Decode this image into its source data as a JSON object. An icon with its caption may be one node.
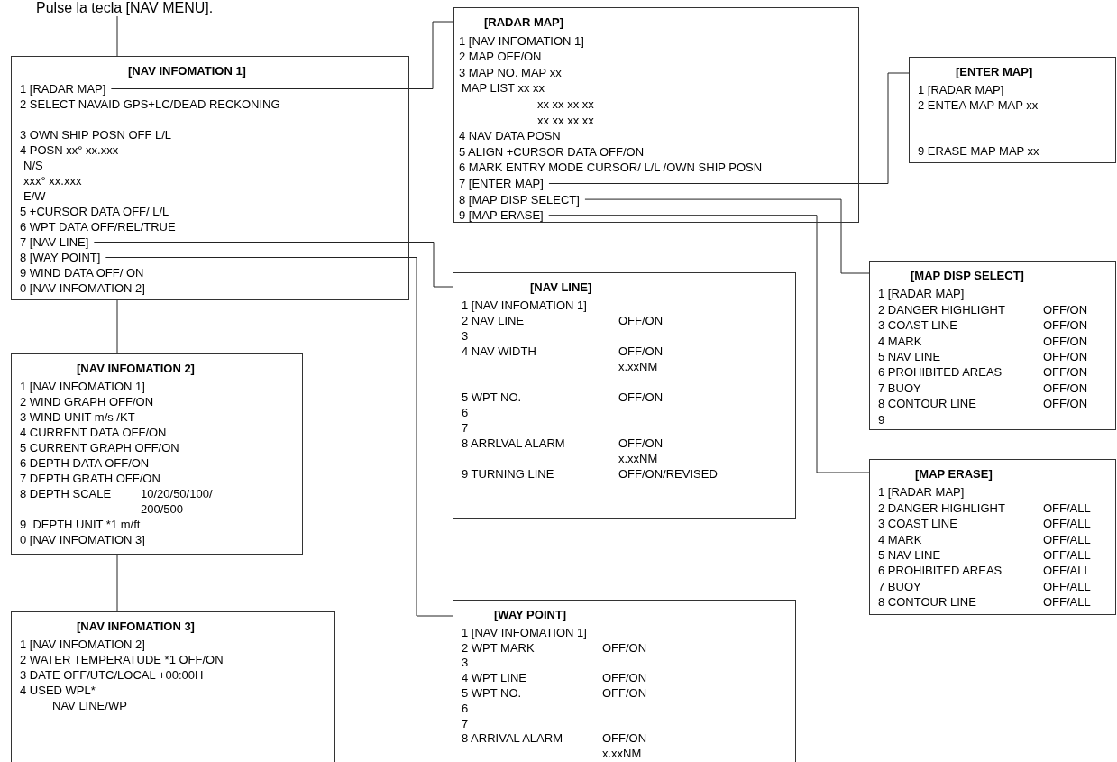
{
  "diagram": {
    "nodes": [
      {
        "text": [
          "Pulse la tecla [NAV MENU]."
        ]
      },
      {
        "text": [
          "[NAV INFOMATION 1]",
          "2 SELECT NAVAID GPS+LC/DEAD RECKONING",
          "3 OWN SHIP POSN OFF L/L",
          "4 POSN xx° xx.xxx",
          "N/S",
          "xxx° xx.xxx",
          "E/W",
          "5 +CURSOR DATA OFF/ L/L",
          "6 WPT DATA OFF/REL/TRUE",
          "9 WIND DATA OFF/ ON",
          "0 [NAV INFOMATION 2]"
        ]
      },
      {
        "text": [
          "1 [RADAR MAP]"
        ],
        "in": 1
      },
      {
        "text": [
          "7 [NAV LINE]"
        ],
        "in": 1
      },
      {
        "text": [
          "8 [WAY POINT]"
        ],
        "in": 1
      },
      {
        "text": [
          "[NAV INFOMATION 2]",
          "1 [NAV INFOMATION 1]",
          "2 WIND GRAPH OFF/ON",
          "3 WIND UNIT m/s /KT",
          "4 CURRENT DATA OFF/ON",
          "5 CURRENT GRAPH OFF/ON",
          "6 DEPTH DATA OFF/ON",
          "7 DEPTH GRATH OFF/ON",
          "8 DEPTH SCALE",
          "10/20/50/100/",
          "200/500",
          "9  DEPTH UNIT *1 m/ft",
          "0 [NAV INFOMATION 3]"
        ]
      },
      {
        "text": [
          "[NAV INFOMATION 3]",
          "1 [NAV INFOMATION 2]",
          "2 WATER TEMPERATUDE *1 OFF/ON",
          "3 DATE OFF/UTC/LOCAL +00:00H",
          "4 USED WPL*",
          "NAV LINE/WP"
        ]
      },
      {
        "text": [
          "[RADAR MAP]",
          "1 [NAV INFOMATION 1]",
          "2 MAP OFF/ON",
          "3 MAP NO. MAP xx",
          "MAP LIST xx xx",
          "xx xx xx xx",
          "xx xx xx xx",
          "4 NAV DATA POSN",
          "5 ALIGN +CURSOR DATA OFF/ON",
          "6 MARK ENTRY MODE CURSOR/ L/L /OWN SHIP POSN"
        ]
      },
      {
        "text": [
          "7 [ENTER MAP]"
        ],
        "in": 7
      },
      {
        "text": [
          "8 [MAP DISP SELECT]"
        ],
        "in": 7
      },
      {
        "text": [
          "9 [MAP ERASE]"
        ],
        "in": 7
      },
      {
        "text": [
          "[ENTER MAP]",
          "1 [RADAR MAP]",
          "2 ENTEA MAP MAP xx",
          "9 ERASE MAP MAP xx"
        ]
      },
      {
        "text": [
          "[NAV LINE]",
          "1 [NAV INFOMATION 1]",
          "2 NAV LINE",
          "OFF/ON",
          "3",
          "4 NAV WIDTH",
          "OFF/ON",
          "x.xxNM",
          "5 WPT NO.",
          "OFF/ON",
          "6",
          "7",
          "8 ARRLVAL ALARM",
          "OFF/ON",
          "x.xxNM",
          "9 TURNING LINE",
          "OFF/ON/REVISED"
        ]
      },
      {
        "text": [
          "[MAP DISP SELECT]",
          "1 [RADAR MAP]",
          "2 DANGER HIGHLIGHT",
          "OFF/ON",
          "3 COAST LINE",
          "OFF/ON",
          "4 MARK",
          "OFF/ON",
          "5 NAV LINE",
          "OFF/ON",
          "6 PROHIBITED AREAS",
          "OFF/ON",
          "7 BUOY",
          "OFF/ON",
          "8 CONTOUR LINE",
          "OFF/ON",
          "9"
        ]
      },
      {
        "text": [
          "[MAP ERASE]",
          "1 [RADAR MAP]",
          "2 DANGER HIGHLIGHT",
          "OFF/ALL",
          "3 COAST LINE",
          "OFF/ALL",
          "4 MARK",
          "OFF/ALL",
          "5 NAV LINE",
          "OFF/ALL",
          "6 PROHIBITED AREAS",
          "OFF/ALL",
          "7 BUOY",
          "OFF/ALL",
          "8 CONTOUR LINE",
          "OFF/ALL"
        ]
      },
      {
        "text": [
          "[WAY POINT]",
          "1 [NAV INFOMATION 1]",
          "2 WPT MARK",
          "OFF/ON",
          "3",
          "4 WPT LINE",
          "OFF/ON",
          "5 WPT NO.",
          "OFF/ON",
          "6",
          "7",
          "8 ARRIVAL ALARM",
          "OFF/ON",
          "x.xxNM"
        ]
      }
    ],
    "edges": [
      {
        "from": 0,
        "to": 1,
        "arrow": "none"
      },
      {
        "from": 1,
        "to": 5,
        "arrow": "none"
      },
      {
        "from": 5,
        "to": 6,
        "arrow": "none"
      },
      {
        "from": 2,
        "to": 7,
        "arrow": "none"
      },
      {
        "from": 3,
        "to": 12,
        "arrow": "none"
      },
      {
        "from": 4,
        "to": 15,
        "arrow": "none"
      },
      {
        "from": 8,
        "to": 11,
        "arrow": "none"
      },
      {
        "from": 9,
        "to": 13,
        "arrow": "none"
      },
      {
        "from": 10,
        "to": 14,
        "arrow": "none"
      }
    ]
  }
}
